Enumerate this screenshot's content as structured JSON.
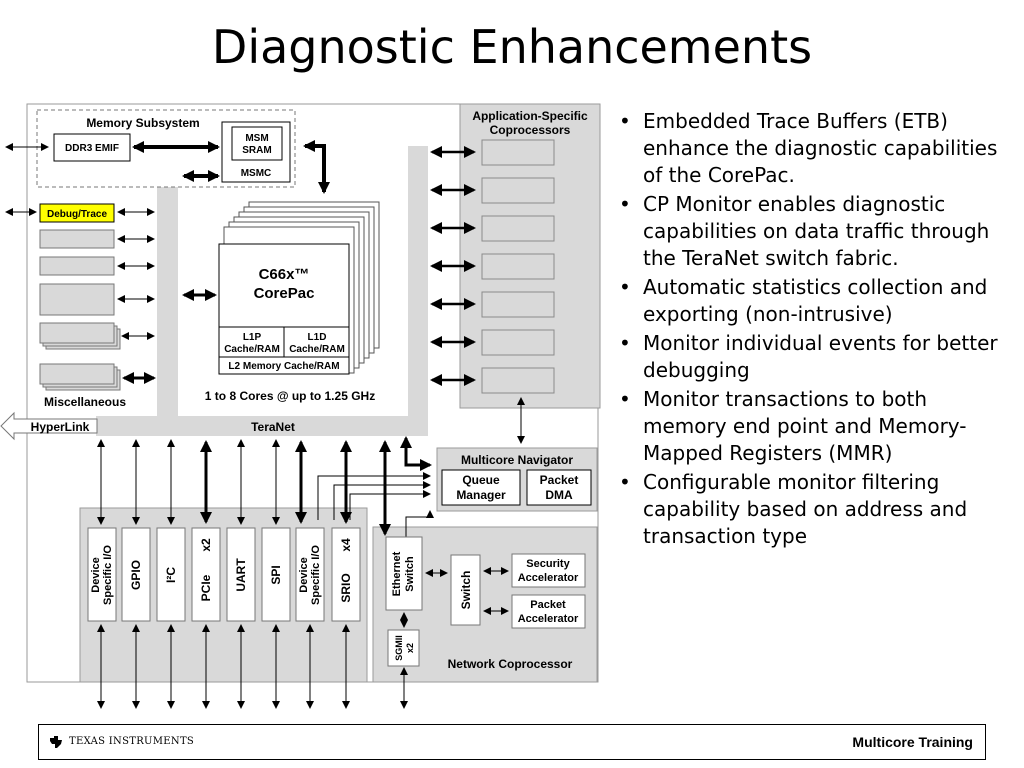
{
  "slide": {
    "title": "Diagnostic Enhancements",
    "bullets": [
      "Embedded Trace Buffers (ETB) enhance the diagnostic capabilities of the CorePac.",
      "CP Monitor enables diagnostic capabilities on data traffic through the TeraNet switch fabric.",
      "Automatic statistics collection and exporting (non-intrusive)",
      "Monitor individual events for better debugging",
      "Monitor transactions to both memory end point and Memory-Mapped Registers (MMR)",
      "Configurable monitor filtering capability based on address and transaction type"
    ]
  },
  "diagram": {
    "memory_subsystem": "Memory Subsystem",
    "ddr3_emif": "DDR3 EMIF",
    "msm_l1": "MSM",
    "msm_l2": "SRAM",
    "msmc": "MSMC",
    "debug_trace": "Debug/Trace",
    "miscellaneous": "Miscellaneous",
    "corepac_l1": "C66x™",
    "corepac_l2": "CorePac",
    "l1p_l1": "L1P",
    "l1p_l2": "Cache/RAM",
    "l1d_l1": "L1D",
    "l1d_l2": "Cache/RAM",
    "l2_memory": "L2 Memory Cache/RAM",
    "cores_note": "1 to 8 Cores @ up to 1.25 GHz",
    "app_coproc_l1": "Application-Specific",
    "app_coproc_l2": "Coprocessors",
    "hyperlink": "HyperLink",
    "teranet": "TeraNet",
    "multicore_navigator": "Multicore Navigator",
    "queue_l1": "Queue",
    "queue_l2": "Manager",
    "packet_dma_l1": "Packet",
    "packet_dma_l2": "DMA",
    "peripherals": [
      {
        "l1": "Device",
        "l2": "Specific I/O",
        "tag": ""
      },
      {
        "l1": "GPIO",
        "l2": "",
        "tag": ""
      },
      {
        "l1": "I²C",
        "l2": "",
        "tag": ""
      },
      {
        "l1": "PCIe",
        "l2": "",
        "tag": "x2"
      },
      {
        "l1": "UART",
        "l2": "",
        "tag": ""
      },
      {
        "l1": "SPI",
        "l2": "",
        "tag": ""
      },
      {
        "l1": "Device",
        "l2": "Specific I/O",
        "tag": ""
      },
      {
        "l1": "SRIO",
        "l2": "",
        "tag": "x4"
      }
    ],
    "ethernet_l1": "Ethernet",
    "ethernet_l2": "Switch",
    "switch": "Switch",
    "security_l1": "Security",
    "security_l2": "Accelerator",
    "packet_acc_l1": "Packet",
    "packet_acc_l2": "Accelerator",
    "sgmii_l1": "SGMII",
    "sgmii_l2": "x2",
    "network_coproc": "Network Coprocessor"
  },
  "footer": {
    "company": "TEXAS INSTRUMENTS",
    "course": "Multicore Training"
  },
  "colors": {
    "gray_fill": "#d9d9d9",
    "debug_highlight": "#ffff00",
    "line": "#000000"
  },
  "icons": {
    "logo": "texas-instruments-logo",
    "arrows": "double-headed-arrow"
  }
}
